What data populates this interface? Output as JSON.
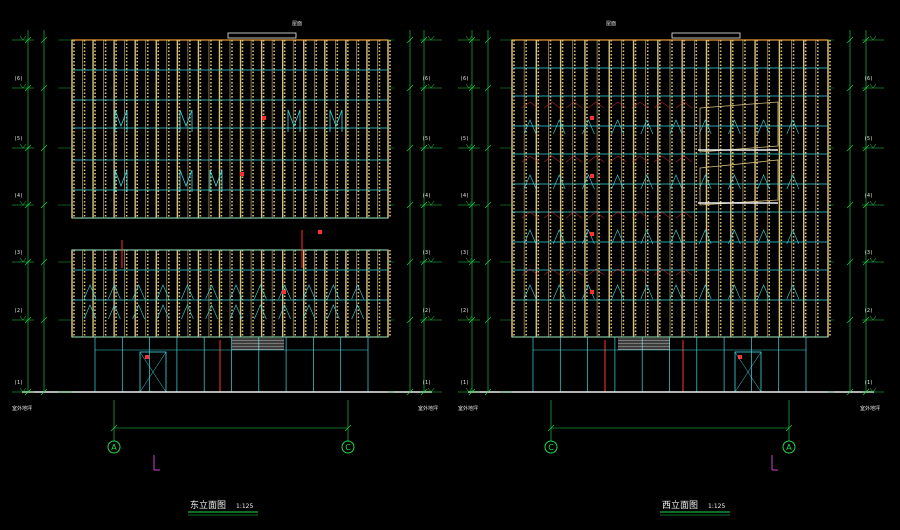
{
  "colors": {
    "background": "#000000",
    "dimension": "#22d84a",
    "facade_frame": "#f0a030",
    "fin": "#d8c07a",
    "glass_line": "#40d8e0",
    "tag": "#ff3030",
    "text": "#e6e6e6",
    "ground": "#f0f0f0",
    "accent_magenta": "#d040d0"
  },
  "drawings": [
    {
      "id": "east",
      "title": "东立面图",
      "scale": "1:125",
      "axis_left": "A",
      "axis_right": "C",
      "top_label": "屋面",
      "left_levels": [
        "屋面",
        "(6)",
        "(5)",
        "(4)",
        "(3)",
        "(2)",
        "(1)"
      ],
      "ground_label": "室外地坪"
    },
    {
      "id": "west",
      "title": "西立面图",
      "scale": "1:125",
      "axis_left": "C",
      "axis_right": "A",
      "top_label": "屋面",
      "left_levels": [
        "屋面",
        "(6)",
        "(5)",
        "(4)",
        "(3)",
        "(2)",
        "(1)"
      ],
      "ground_label": "室外地坪"
    }
  ]
}
